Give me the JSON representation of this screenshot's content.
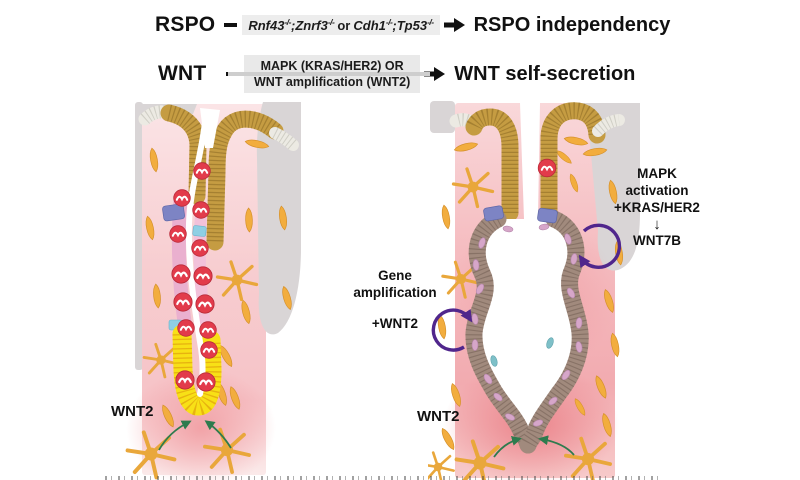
{
  "header": {
    "rspo_row": {
      "label": "RSPO",
      "gene1": "Rnf43",
      "ko1": "-/-",
      "sep1": ";",
      "gene2": "Znrf3",
      "ko2": "-/-",
      "or_text": "or",
      "gene3": "Cdh1",
      "ko3": "-/-",
      "sep2": ";",
      "gene4": "Tp53",
      "ko4": "-/-",
      "result": "RSPO independency"
    },
    "wnt_row": {
      "label": "WNT",
      "box_line1": "MAPK (KRAS/HER2) OR",
      "box_line2": "WNT amplification (WNT2)",
      "result": "WNT self-secretion"
    }
  },
  "left_panel": {
    "description": "normal intestinal crypt with stromal WNT2 supply",
    "wnt2_label": "WNT2"
  },
  "right_panel": {
    "description": "tumor crypt with WNT self-secretion",
    "wnt2_label": "WNT2",
    "gene_amplification": {
      "line1": "Gene",
      "line2": "amplification",
      "line3": "+WNT2"
    },
    "mapk_annotation": {
      "line1": "MAPK",
      "line2": "activation",
      "line3": "+KRAS/HER2",
      "down_arrow": "↓",
      "line4": "WNT7B"
    }
  },
  "palette": {
    "text_black": "#111111",
    "box_gray": "#e9e9e9",
    "line_gray": "#cecece",
    "tissue_gray": "#d9d5d6",
    "stroma_pink": "#f6c9cc",
    "glow_red": "#ee8b90",
    "tan_epithelium": "#c59c42",
    "white_epithelium": "#eceae3",
    "yellow_crypt_base": "#f8e016",
    "red_cell": "#e23b4b",
    "violet_cell": "#7d84c4",
    "light_blue_cell": "#8fcfe4",
    "pink_cell": "#eab0cf",
    "tumor_epithelium": "#a18a7d",
    "tumor_nucleus_pink": "#d6a6c9",
    "tumor_nucleus_teal": "#7ec0c8",
    "fibroblast_orange": "#f0ab3f",
    "green_arrow": "#2e7b4e",
    "purple_arrow": "#50268c"
  }
}
